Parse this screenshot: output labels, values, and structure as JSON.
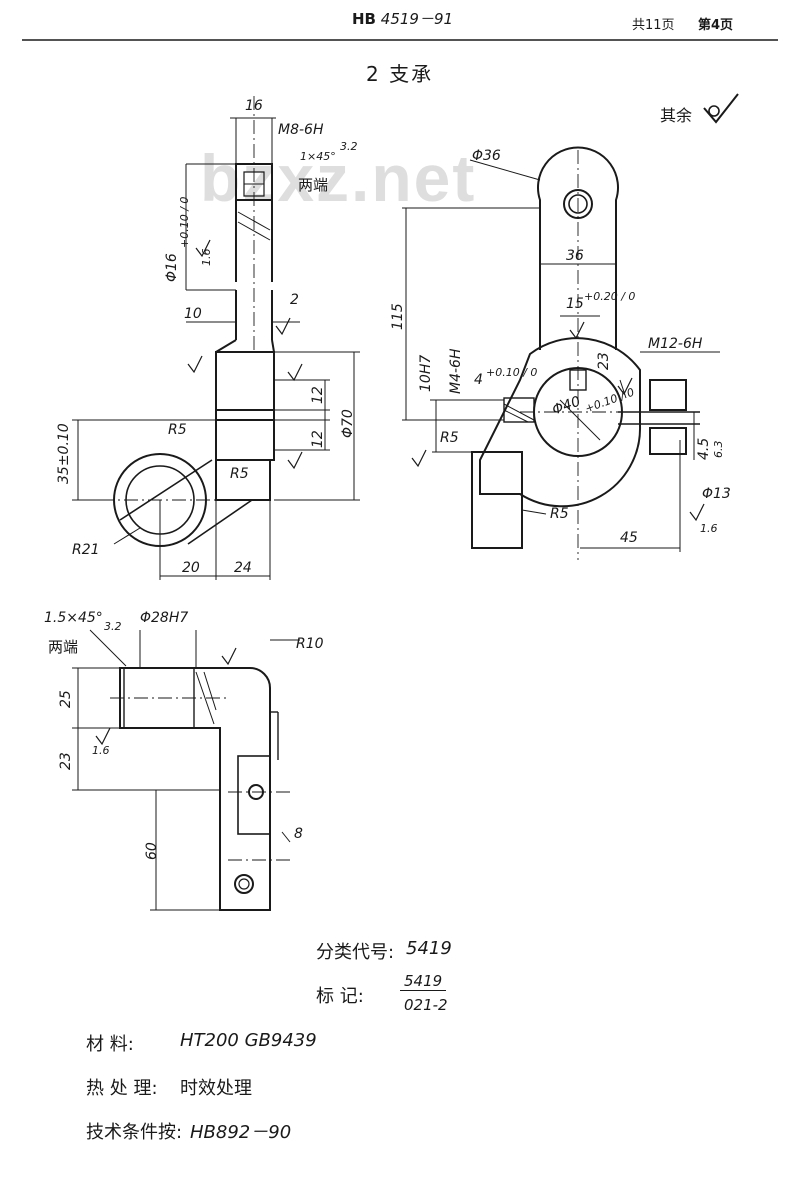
{
  "header": {
    "std_prefix": "HB",
    "std_number": "4519－91",
    "total_pages": "共11页",
    "page_no": "第4页"
  },
  "title": "2  支承",
  "watermark": "bzxz.net",
  "roughness_note": "其余",
  "view1": {
    "d16": "16",
    "thread": "M8-6H",
    "chamfer": "1×45°",
    "rough_32": "3.2",
    "both_ends": "两端",
    "dia16": "Φ16",
    "dia16_tol": "+0.10 / 0",
    "r16": "1.6",
    "d2": "2",
    "d10": "10",
    "d12a": "12",
    "d12b": "12",
    "dia70": "Φ70",
    "d35": "35±0.10",
    "r5a": "R5",
    "r5b": "R5",
    "r21": "R21",
    "d20": "20",
    "d24": "24"
  },
  "view2": {
    "dia36": "Φ36",
    "d36": "36",
    "d115": "115",
    "d15": "15",
    "d15_tol": "+0.20 / 0",
    "thread_m12": "M12-6H",
    "d10h7": "10H7",
    "thread_m4": "M4-6H",
    "d4": "4",
    "d4_tol": "+0.10 / 0",
    "d23": "23",
    "dia40": "Φ40",
    "dia40_tol": "+0.10 / 0",
    "r5a": "R5",
    "r5b": "R5",
    "d45a": "4.5",
    "r63": "6.3",
    "dia13": "Φ13",
    "d45": "45",
    "r16": "1.6"
  },
  "view3": {
    "chamfer": "1.5×45°",
    "dia28": "Φ28H7",
    "rough_32": "3.2",
    "both_ends": "两端",
    "r10": "R10",
    "d25": "25",
    "d23": "23",
    "d60": "60",
    "d8": "8",
    "r16": "1.6"
  },
  "info": {
    "class_code_label": "分类代号:",
    "class_code": "5419",
    "mark_label": "标    记:",
    "mark_num": "5419",
    "mark_den": "021-2",
    "material_label": "材    料:",
    "material": "HT200  GB9439",
    "heat_label": "热 处 理:",
    "heat": "时效处理",
    "tech_label": "技术条件按:",
    "tech": "HB892－90"
  }
}
